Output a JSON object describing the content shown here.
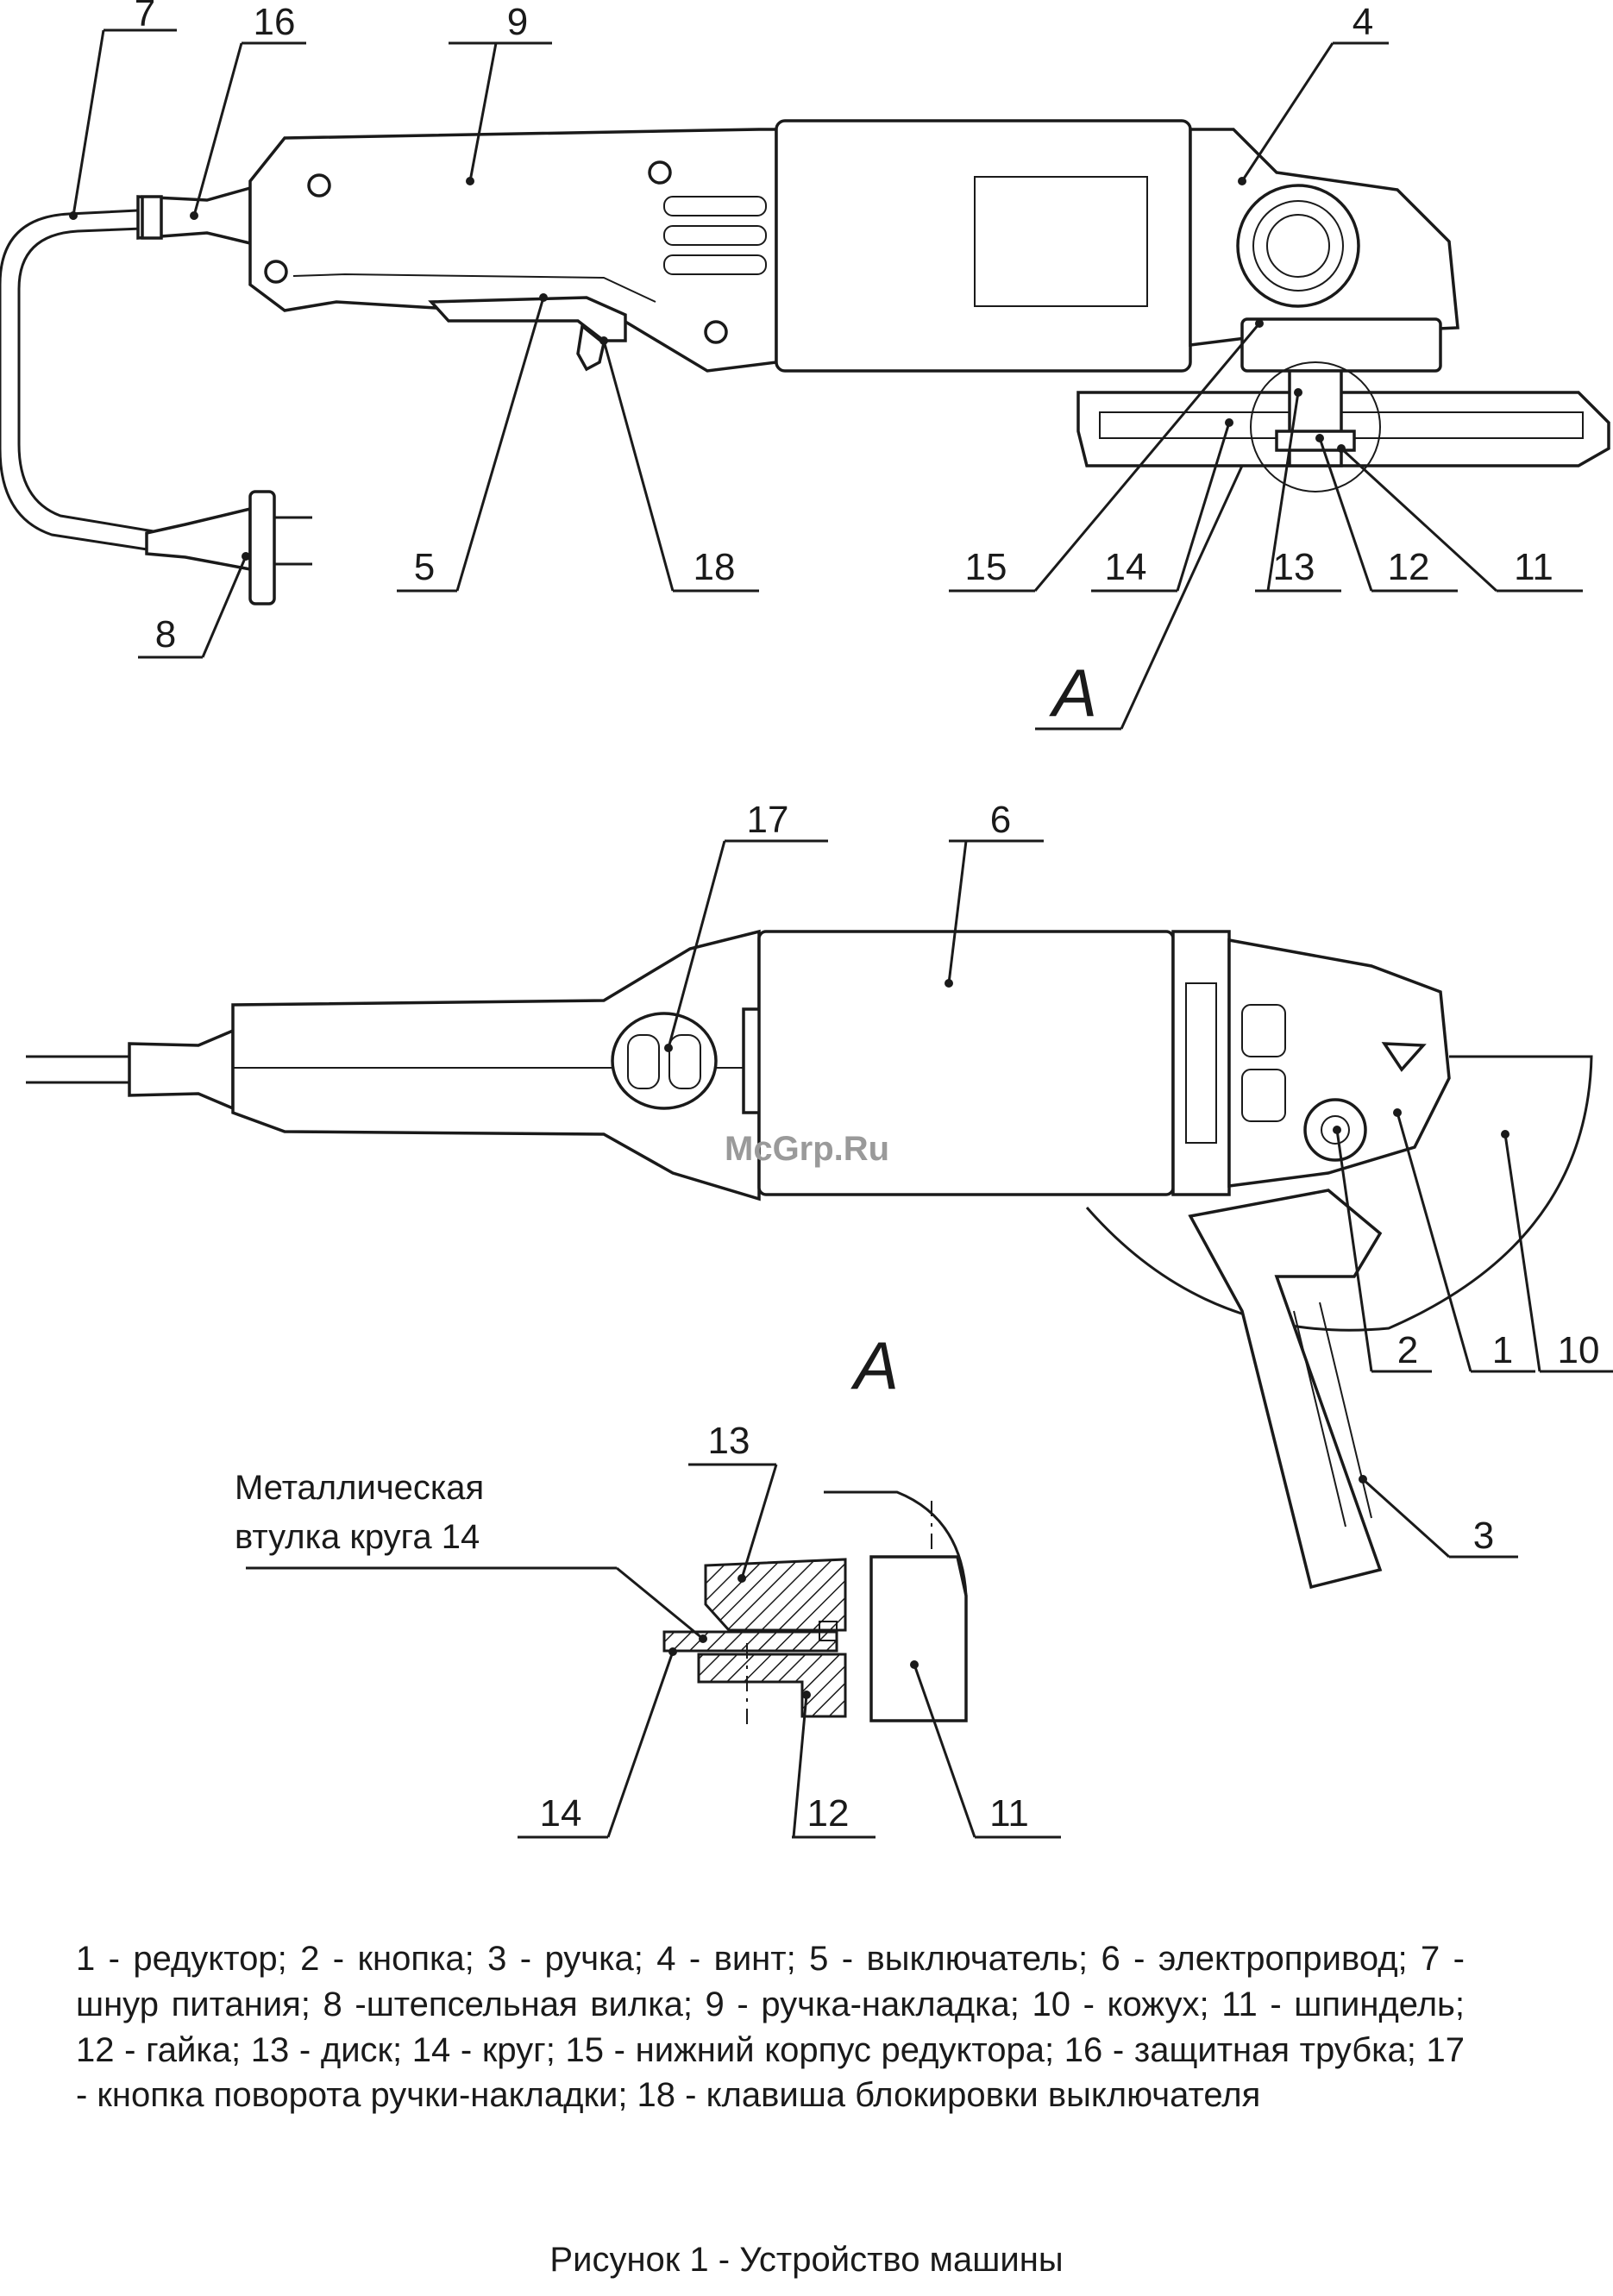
{
  "callouts": {
    "c1": "1",
    "c2": "2",
    "c3": "3",
    "c4": "4",
    "c5": "5",
    "c6": "6",
    "c7": "7",
    "c8": "8",
    "c9": "9",
    "c10": "10",
    "c11": "11",
    "c12": "12",
    "c13": "13",
    "c14": "14",
    "c15": "15",
    "c16": "16",
    "c17": "17",
    "c18": "18"
  },
  "view_label": "A",
  "detail_note": [
    "Металлическая",
    "втулка круга 14"
  ],
  "watermark": "McGrp.Ru",
  "legend": "1 - редуктор; 2 - кнопка; 3 - ручка; 4 - винт; 5 - выключатель; 6 - электропривод; 7 - шнур питания; 8 -штепсельная вилка; 9 - ручка-накладка; 10 - кожух; 11 - шпиндель; 12 - гайка; 13 - диск; 14 - круг; 15 - нижний корпус редуктора; 16 - защитная трубка; 17 - кнопка поворота ручки-накладки; 18 - клавиша блокировки выключателя",
  "caption": "Рисунок 1 - Устройство машины"
}
